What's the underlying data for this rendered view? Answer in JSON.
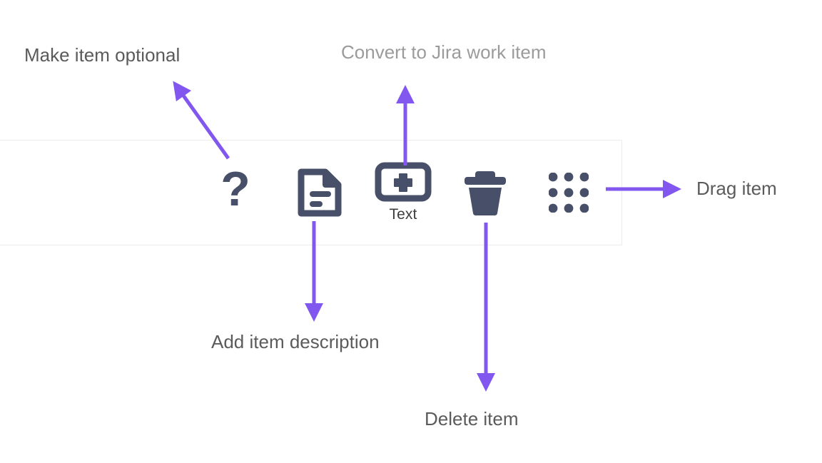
{
  "theme": {
    "background": "#ffffff",
    "arrow_color": "#8257f0",
    "icon_color": "#475068",
    "label_color": "#5b5b5b",
    "label_color_muted": "#9b9b9b",
    "panel_border": "#ececed"
  },
  "toolbar": {
    "name": "checklist-item-toolbar",
    "items": [
      {
        "id": "make-optional",
        "icon": "question-mark-icon",
        "caption": ""
      },
      {
        "id": "add-description",
        "icon": "document-description-icon",
        "caption": ""
      },
      {
        "id": "convert-to-jira",
        "icon": "add-text-box-icon",
        "caption": "Text"
      },
      {
        "id": "delete",
        "icon": "trash-icon",
        "caption": ""
      },
      {
        "id": "drag",
        "icon": "drag-dots-grid-icon",
        "caption": ""
      }
    ]
  },
  "annotations": [
    {
      "id": "make-item-optional",
      "text": "Make item optional",
      "style": "normal"
    },
    {
      "id": "convert-to-jira-work-item",
      "text": "Convert to Jira work item",
      "style": "muted"
    },
    {
      "id": "add-item-description",
      "text": "Add item description",
      "style": "normal"
    },
    {
      "id": "delete-item",
      "text": "Delete item",
      "style": "normal"
    },
    {
      "id": "drag-item",
      "text": "Drag item",
      "style": "normal"
    }
  ]
}
